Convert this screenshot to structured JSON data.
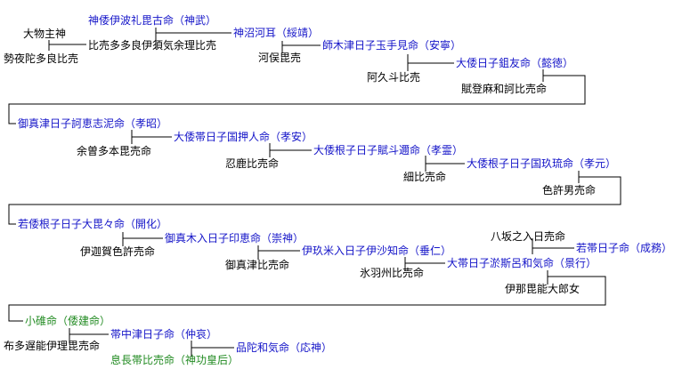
{
  "diagram": {
    "omononushi": "大物主神",
    "seyadatara": "勢夜陀多良比売",
    "jimmu": "神倭伊波礼毘古命（神武）",
    "himetatara": "比売多多良伊須気余理比売",
    "suizei": "神沼河耳（綏靖）",
    "kawamata": "河俣毘売",
    "annei": "師木津日子玉手見命（安寧）",
    "akuto": "阿久斗比売",
    "itoku": "大倭日子鉏友命（懿徳）",
    "futomawaka": "賦登麻和訶比売命",
    "kosho": "御真津日子訶恵志泥命（孝昭）",
    "yosotaho": "余曽多本毘売命",
    "koan": "大倭帯日子国押人命（孝安）",
    "oshika": "忍鹿比売命",
    "korei": "大倭根子日子賦斗邇命（孝霊）",
    "kuwashi": "細比売命",
    "kogen": "大倭根子日子国玖琉命（孝元）",
    "shikome": "色許男売命",
    "kaika": "若倭根子日子大毘々命（開化）",
    "ikagashikome": "伊迦賀色許売命",
    "sujin": "御真木入日子印恵命（崇神）",
    "mimatsu": "御真津比売命",
    "suinin": "伊玖米入日子伊沙知命（垂仁）",
    "hibasu": "氷羽州比売命",
    "keiko": "大帯日子淤斯呂和気命（景行）",
    "yasakano": "八坂之入日売命",
    "seimu": "若帯日子命（成務）",
    "inabi": "伊那毘能大郎女",
    "yamatotakeru": "小碓命（倭建命）",
    "futaji": "布多遅能伊理毘売命",
    "chuai": "帯中津日子命（仲哀）",
    "jingu": "息長帯比売命（神功皇后）",
    "ojin": "品陀和気命（応神）"
  }
}
